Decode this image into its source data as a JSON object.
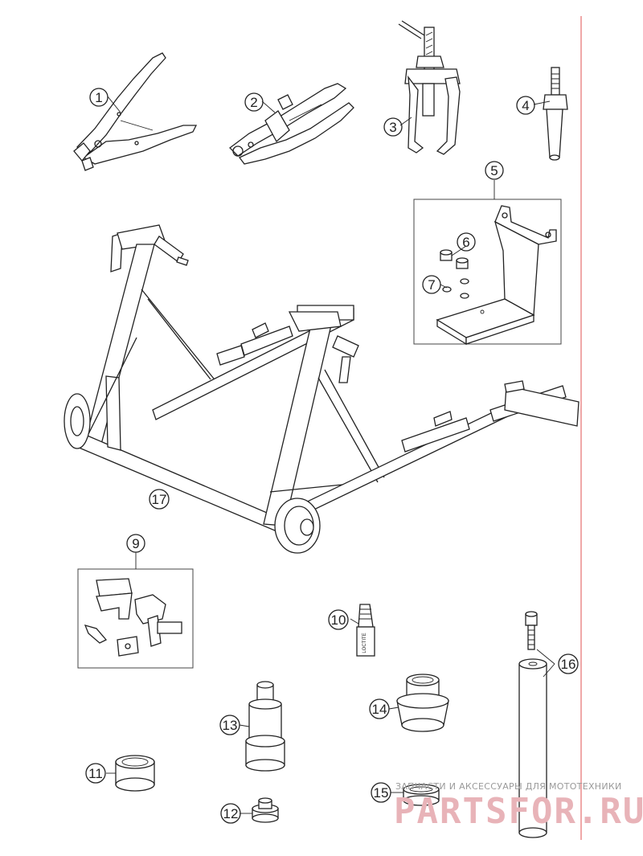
{
  "callouts": {
    "c1": "1",
    "c2": "2",
    "c3": "3",
    "c4": "4",
    "c5": "5",
    "c6": "6",
    "c7": "7",
    "c9": "9",
    "c10": "10",
    "c11": "11",
    "c12": "12",
    "c13": "13",
    "c14": "14",
    "c15": "15",
    "c16": "16",
    "c17": "17"
  },
  "watermark": {
    "tagline": "ЗАПЧАСТИ И АКСЕССУАРЫ ДЛЯ МОТОТЕХНИКИ",
    "logo": "PARTSFOR.RU"
  },
  "colors": {
    "line": "#222222",
    "frame_rule": "#e05050",
    "watermark": "#e8b3b8"
  }
}
